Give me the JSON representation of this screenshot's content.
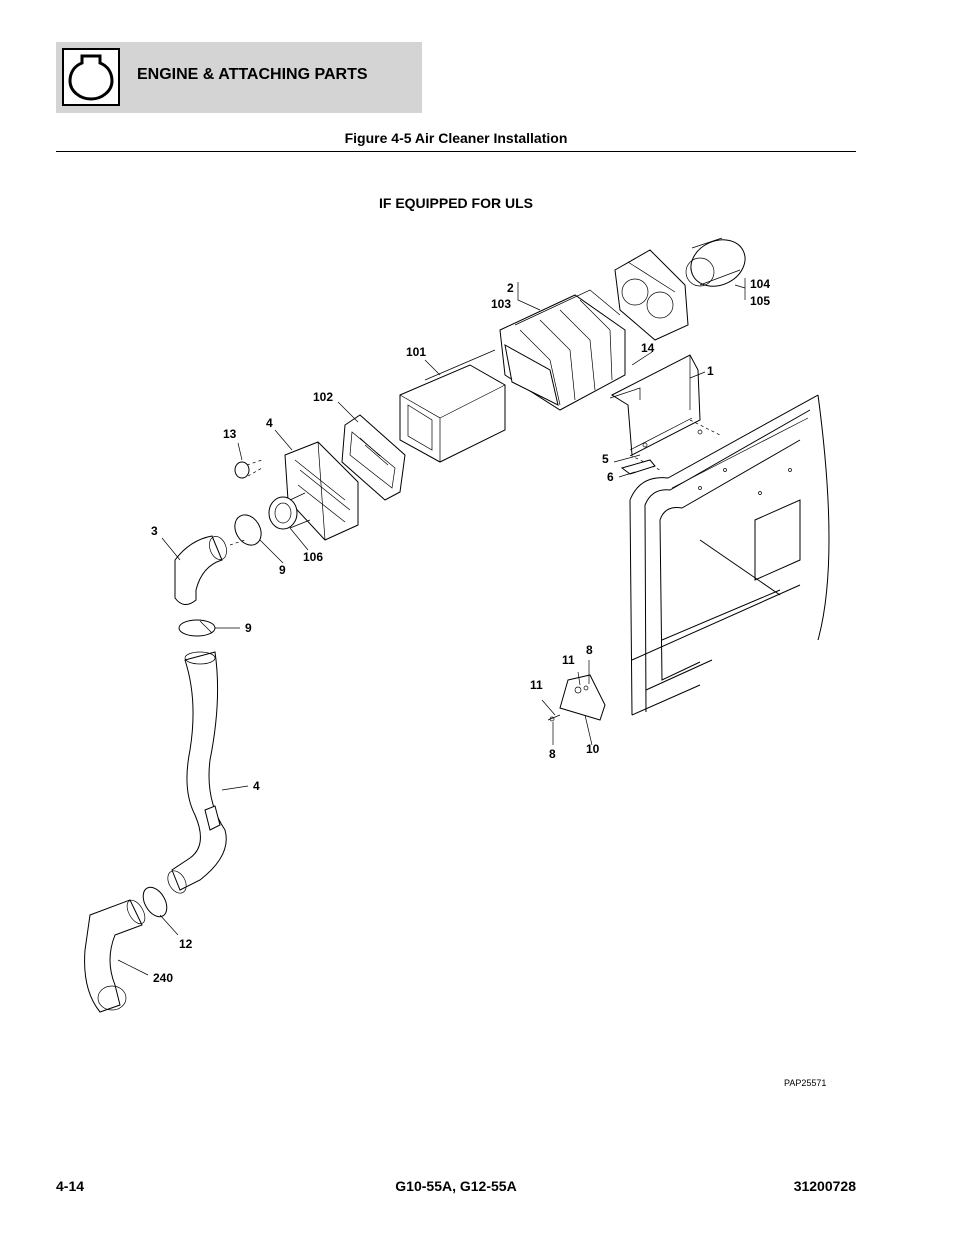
{
  "header": {
    "section_title": "ENGINE & ATTACHING PARTS",
    "icon": "engine-block-icon"
  },
  "figure": {
    "caption": "Figure 4-5 Air Cleaner Installation",
    "subheading": "IF EQUIPPED FOR ULS"
  },
  "callouts": {
    "c104": "104",
    "c105": "105",
    "c2": "2",
    "c103": "103",
    "c14": "14",
    "c1": "1",
    "c101": "101",
    "c102": "102",
    "c13": "13",
    "c4a": "4",
    "c5": "5",
    "c6": "6",
    "c3": "3",
    "c9a": "9",
    "c106": "106",
    "c9b": "9",
    "c11a": "11",
    "c8a": "8",
    "c11b": "11",
    "c8b": "8",
    "c10": "10",
    "c4b": "4",
    "c12": "12",
    "c240": "240"
  },
  "drawing_code": "PAP25571",
  "footer": {
    "page_number": "4-14",
    "models": "G10-55A, G12-55A",
    "manual_number": "31200728"
  }
}
